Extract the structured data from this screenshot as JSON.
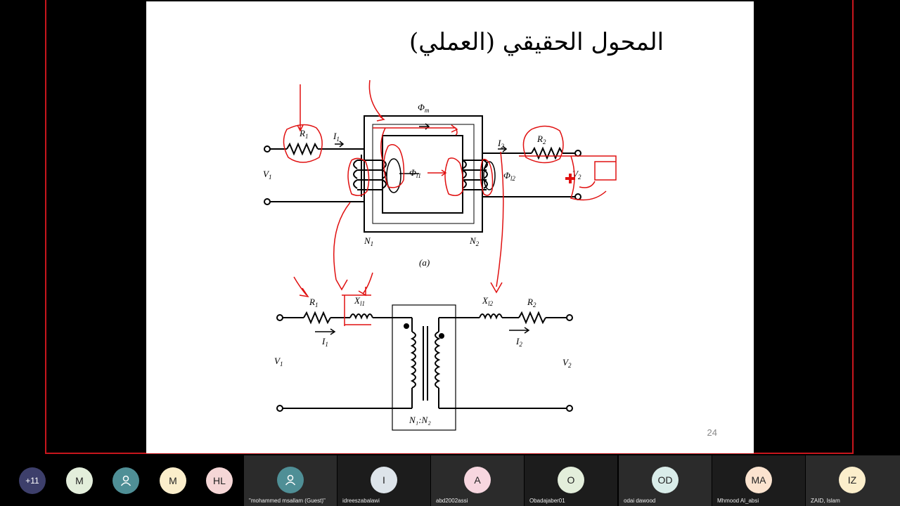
{
  "slide": {
    "title": "المحول الحقيقي (العملي)",
    "page_number": "24",
    "labels": {
      "R1": "R",
      "R1_sub": "1",
      "I1": "I",
      "I1_sub": "1",
      "Phi_m": "Φ",
      "Phi_m_sub": "m",
      "I2": "I",
      "I2_sub": "2",
      "R2": "R",
      "R2_sub": "2",
      "V1": "V",
      "V1_sub": "1",
      "Phi_l1": "Φ",
      "Phi_l1_sub": "l1",
      "Phi_l2": "Φ",
      "Phi_l2_sub": "l2",
      "V2": "V",
      "V2_sub": "2",
      "N1": "N",
      "N1_sub": "1",
      "N2": "N",
      "N2_sub": "2",
      "fig_a": "(a)",
      "Xl1": "X",
      "Xl1_sub": "l1",
      "Xl2": "X",
      "Xl2_sub": "l2",
      "ratio": "N₁:N₂"
    }
  },
  "participants": {
    "overflow_count": "+11",
    "avatars": [
      {
        "initials": "M",
        "color": "#e3eedb"
      },
      {
        "initials": "",
        "color": "#4f8f96",
        "icon": "user-icon"
      },
      {
        "initials": "M",
        "color": "#fbeecb"
      },
      {
        "initials": "HL",
        "color": "#f5d6d6"
      }
    ],
    "tiles": [
      {
        "name": "\"mohammed msallam (Guest)\"",
        "initials": "",
        "color": "#4f8f96",
        "icon": "user-icon"
      },
      {
        "name": "idreeszabalawi",
        "initials": "I",
        "color": "#dde4ea"
      },
      {
        "name": "abd2002assi",
        "initials": "A",
        "color": "#f7d6df"
      },
      {
        "name": "Obadajaber01",
        "initials": "O",
        "color": "#e3eedb"
      },
      {
        "name": "odai dawood",
        "initials": "OD",
        "color": "#d9ece9"
      },
      {
        "name": "Mhmood Al_absi",
        "initials": "MA",
        "color": "#fbe3cf"
      },
      {
        "name": "ZAID, Islam",
        "initials": "IZ",
        "color": "#fbeecb"
      }
    ]
  },
  "colors": {
    "annotation": "#e01010",
    "frame": "#c8161d",
    "overflow_chip": "#3d3f6b"
  }
}
